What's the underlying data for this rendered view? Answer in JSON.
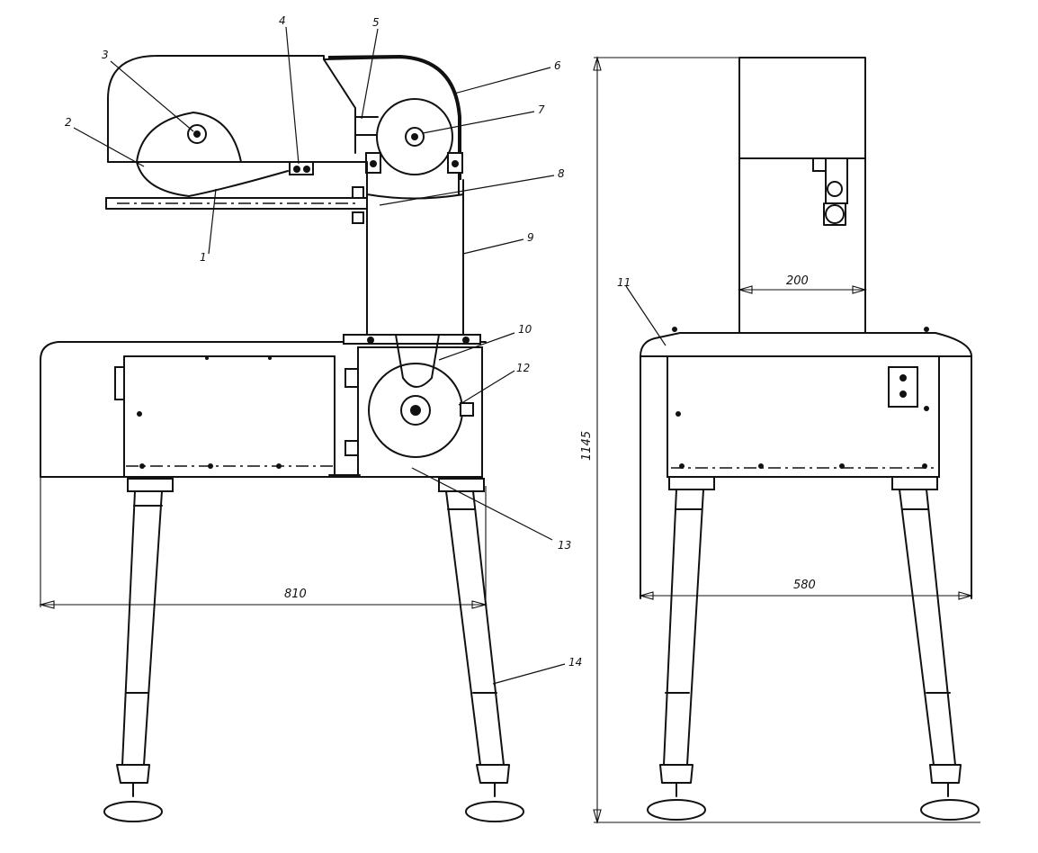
{
  "callouts": [
    "1",
    "2",
    "3",
    "4",
    "5",
    "6",
    "7",
    "8",
    "9",
    "10",
    "11",
    "12",
    "13",
    "14"
  ],
  "dimensions": {
    "front_width": "810",
    "side_width": "580",
    "column_width": "200",
    "total_height": "1145"
  }
}
